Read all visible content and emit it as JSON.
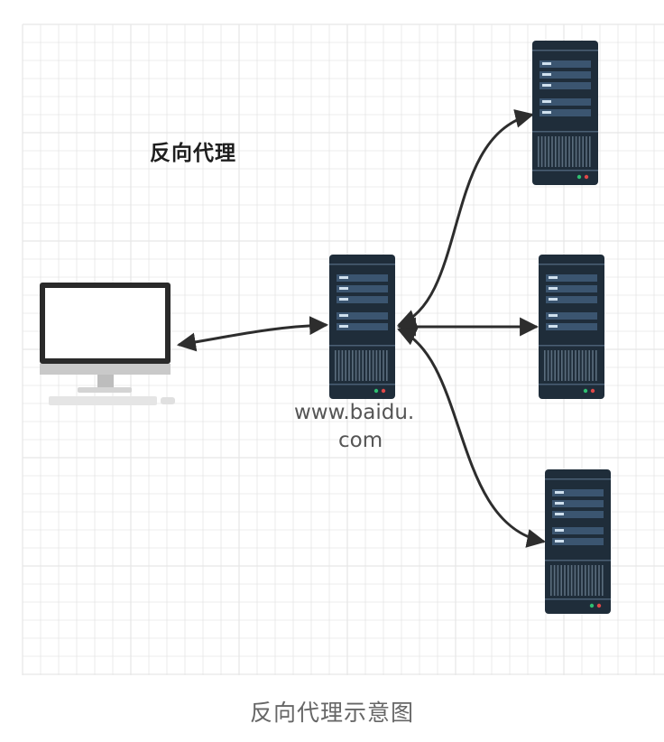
{
  "diagram": {
    "title": "反向代理",
    "proxy_label_line1": "www.baidu.",
    "proxy_label_line2": "com",
    "caption": "反向代理示意图"
  },
  "nodes": [
    {
      "id": "client",
      "kind": "desktop-computer"
    },
    {
      "id": "proxy",
      "kind": "server",
      "label": "www.baidu.com"
    },
    {
      "id": "server-1",
      "kind": "server"
    },
    {
      "id": "server-2",
      "kind": "server"
    },
    {
      "id": "server-3",
      "kind": "server"
    }
  ],
  "edges": [
    {
      "from": "client",
      "to": "proxy",
      "direction": "both"
    },
    {
      "from": "proxy",
      "to": "server-1",
      "direction": "both"
    },
    {
      "from": "proxy",
      "to": "server-2",
      "direction": "both"
    },
    {
      "from": "proxy",
      "to": "server-3",
      "direction": "both"
    }
  ],
  "colors": {
    "server_body": "#1f2d3a",
    "server_panel": "#3b5570",
    "arrow": "#2d2d2d",
    "grid": "#e6e6e6"
  }
}
